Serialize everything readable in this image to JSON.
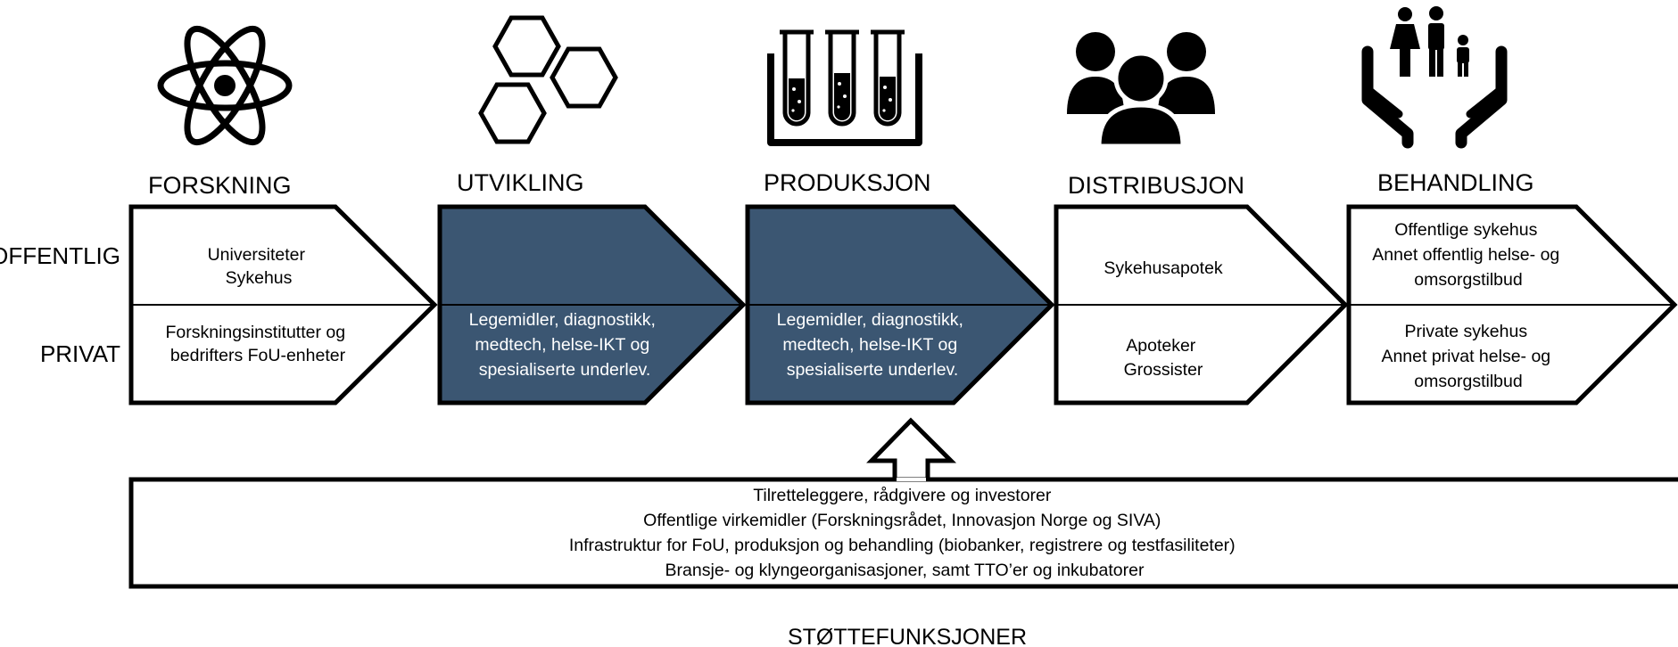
{
  "rows": {
    "public": "OFFENTLIG",
    "private": "PRIVAT"
  },
  "stages": [
    {
      "title": "FORSKNING",
      "icon": "atom-icon",
      "public_lines": [
        "Universiteter",
        "Sykehus"
      ],
      "private_lines": [
        "Forskningsinstitutter og",
        "bedrifters FoU-enheter"
      ]
    },
    {
      "title": "UTVIKLING",
      "icon": "hexagons-icon",
      "combined_lines": [
        "Legemidler, diagnostikk,",
        "medtech, helse-IKT og",
        "spesialiserte underlev."
      ]
    },
    {
      "title": "PRODUKSJON",
      "icon": "test-tubes-icon",
      "combined_lines": [
        "Legemidler, diagnostikk,",
        "medtech, helse-IKT og",
        "spesialiserte underlev."
      ]
    },
    {
      "title": "DISTRIBUSJON",
      "icon": "people-group-icon",
      "public_lines": [
        "Sykehusapotek"
      ],
      "private_lines": [
        "Apoteker",
        "Grossister"
      ]
    },
    {
      "title": "BEHANDLING",
      "icon": "family-in-hands-icon",
      "public_lines": [
        "Offentlige sykehus",
        "Annet offentlig helse- og",
        "omsorgstilbud"
      ],
      "private_lines": [
        "Private sykehus",
        "Annet privat helse- og",
        "omsorgstilbud"
      ]
    }
  ],
  "support": {
    "lines": [
      "Tilretteleggere, rådgivere og investorer",
      "Offentlige virkemidler (Forskningsrådet, Innovasjon Norge og SIVA)",
      "Infrastruktur for FoU, produksjon og behandling (biobanker, registrere og testfasiliteter)",
      "Bransje- og klyngeorganisasjoner, samt TTO’er og inkubatorer"
    ],
    "title": "STØTTEFUNKSJONER"
  },
  "colors": {
    "highlight_fill": "#3b5672",
    "outline": "#000000",
    "background": "#ffffff"
  }
}
